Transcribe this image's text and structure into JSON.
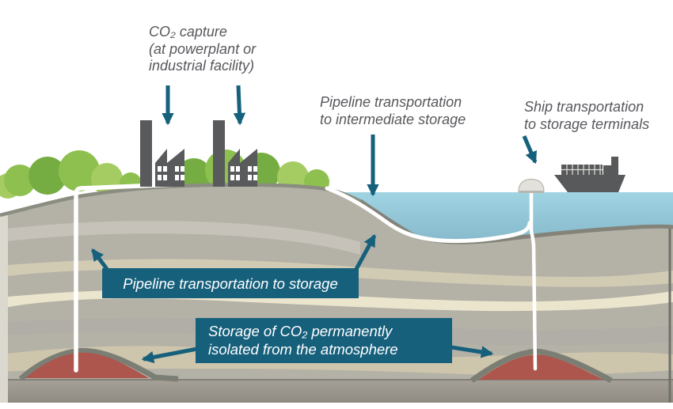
{
  "figure": {
    "type": "illustration-diagram",
    "topic": "CO2 capture, transport and storage chain",
    "annotations": {
      "capture": [
        "CO₂ capture",
        "(at powerplant or",
        "industrial facility)"
      ],
      "pipeline_intermediate": [
        "Pipeline transportation",
        "to intermediate storage"
      ],
      "ship_transport": [
        "Ship transportation",
        "to storage terminals"
      ]
    },
    "callouts": {
      "pipeline_storage": "Pipeline transportation to storage",
      "storage_line1": "Storage of CO₂ permanently",
      "storage_line2": "isolated from the atmosphere"
    },
    "colors": {
      "callout_bg": "#16607c",
      "arrow": "#16607c",
      "label_text": "#57585c",
      "sea_top": "#a0d4e3",
      "sea_bottom": "#7cb0c3",
      "ground": "#b4b1a7",
      "ground_cap": "#8a8d80",
      "seabed_cap": "#83837a",
      "band_cream": "#ebe5cd",
      "band_beige": "#d2cbb4",
      "dome": "#ad564d",
      "dome_cap": "#7b7e74",
      "pipe": "#ffffff",
      "factory": "#595a5c",
      "ship": "#58595b",
      "buoy": "#e3e1dc",
      "bush_dark": "#76ad42",
      "bush_mid": "#8dc04f",
      "bush_light": "#a5cc63"
    }
  }
}
